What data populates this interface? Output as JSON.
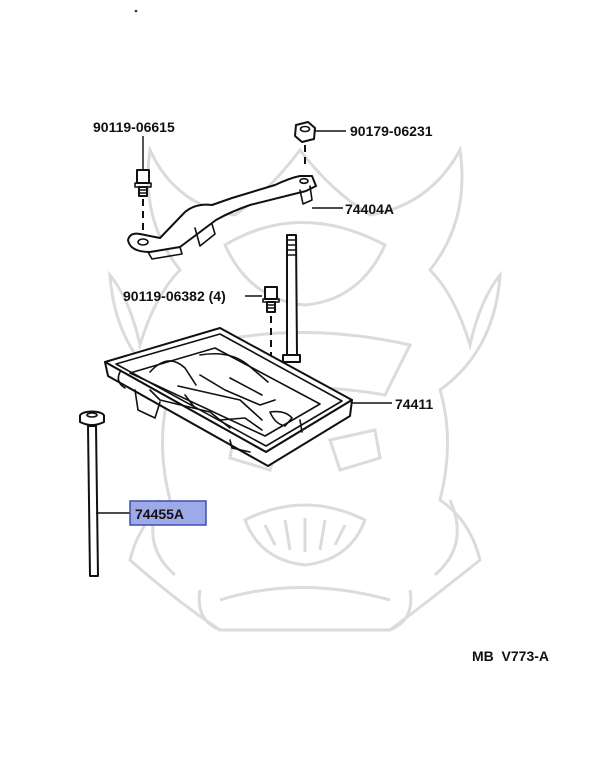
{
  "diagram": {
    "parts": [
      {
        "id": "bolt-left",
        "number": "90119-06615"
      },
      {
        "id": "nut-top",
        "number": "90179-06231"
      },
      {
        "id": "clamp",
        "number": "74404A"
      },
      {
        "id": "bolt-tray",
        "number": "90119-06382 (4)"
      },
      {
        "id": "tray",
        "number": "74411"
      },
      {
        "id": "rod",
        "number": "74455A",
        "highlighted": true
      }
    ],
    "code": "MB  V773-A",
    "colors": {
      "highlight_fill": "#9ea9e8",
      "highlight_border": "#3b4fb0",
      "ink": "#111111",
      "watermark": "#dcdce0"
    }
  }
}
